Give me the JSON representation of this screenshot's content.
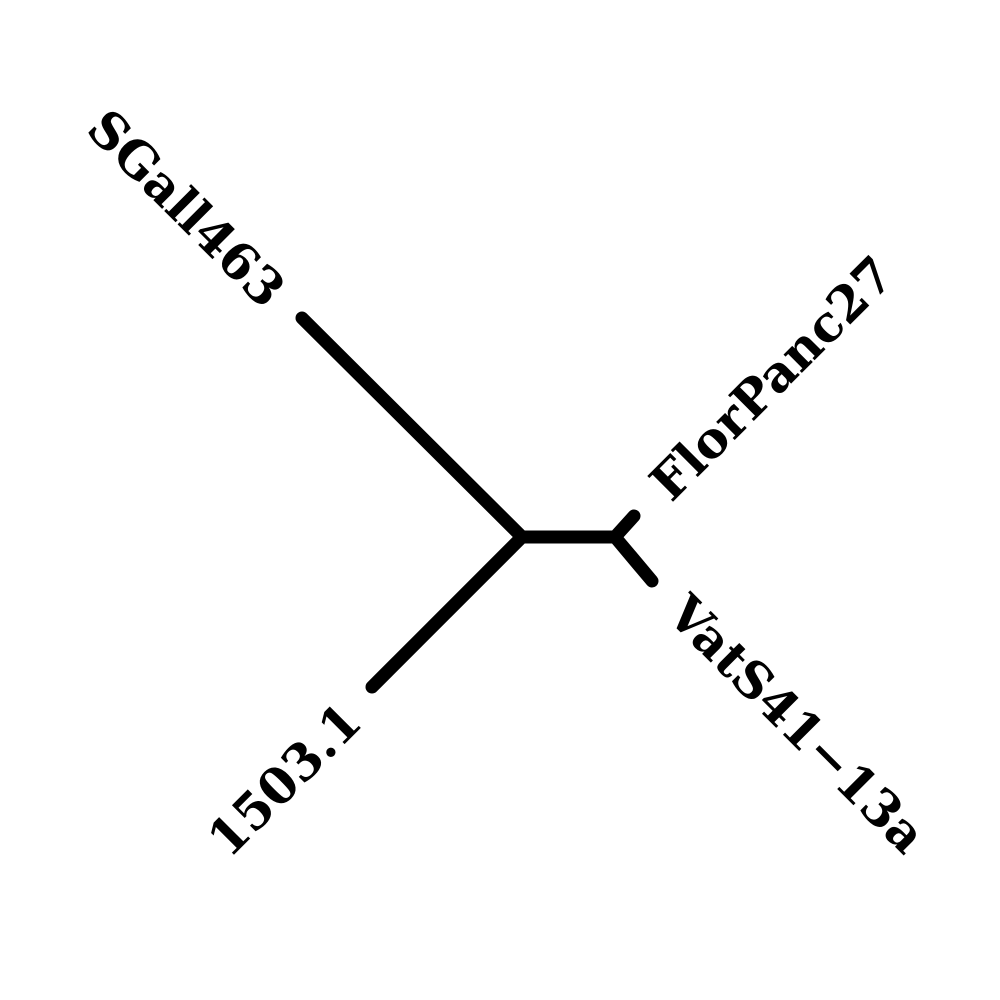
{
  "tree": {
    "type": "unrooted phylogenetic tree",
    "color": "#000000",
    "tips": [
      {
        "id": "sgall",
        "label": "SGall463"
      },
      {
        "id": "florpanc",
        "label": "FlorPanc27"
      },
      {
        "id": "vats",
        "label": "VatS41−13a"
      },
      {
        "id": "p1503",
        "label": "1503.1"
      }
    ]
  }
}
